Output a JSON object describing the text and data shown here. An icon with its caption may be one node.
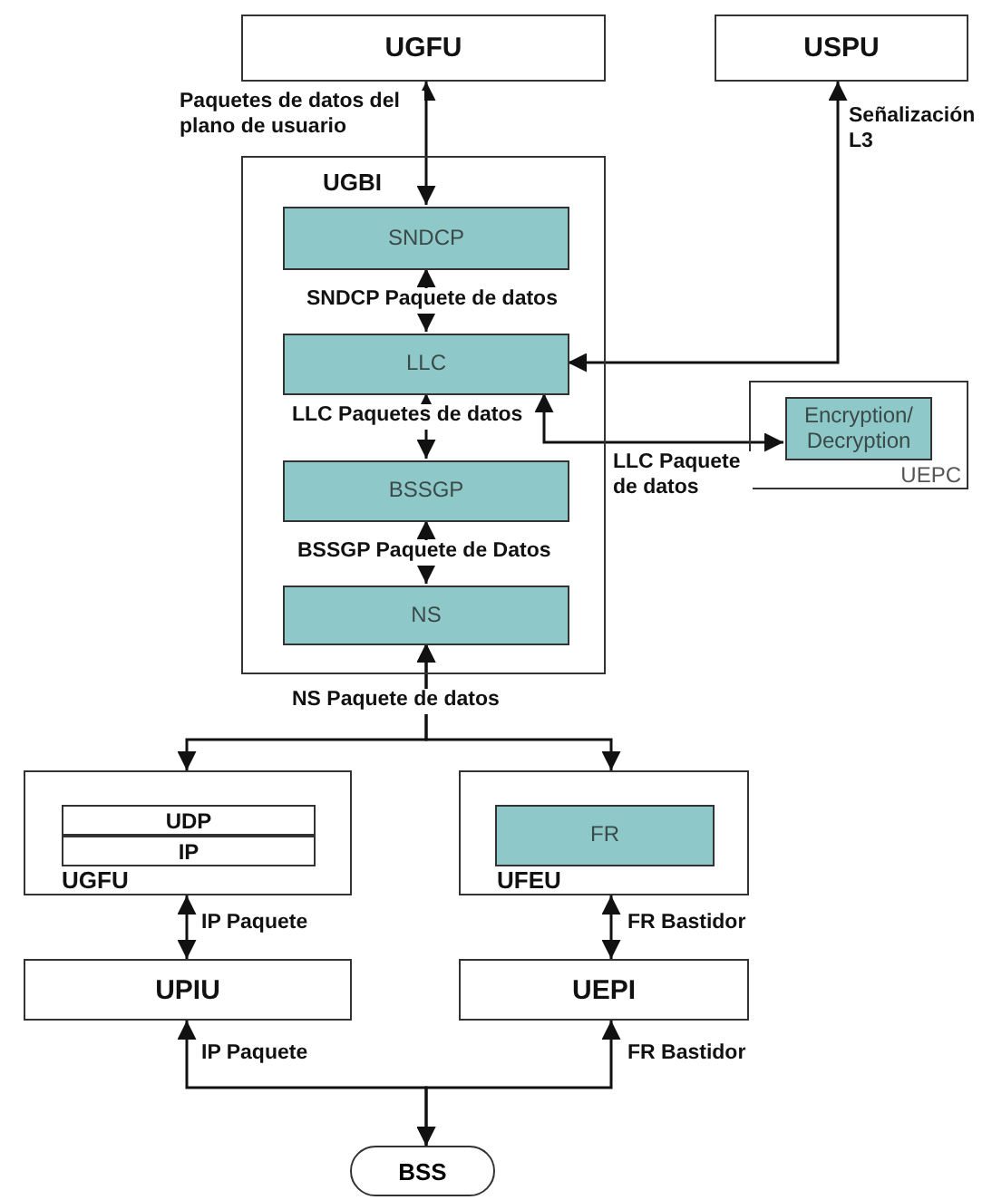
{
  "diagram": {
    "nodes": [
      {
        "text": [
          "UGFU"
        ]
      },
      {
        "text": [
          "USPU"
        ]
      },
      {
        "text": [
          "UGBI"
        ]
      },
      {
        "text": [
          "SNDCP"
        ],
        "in": 2
      },
      {
        "text": [
          "LLC"
        ],
        "in": 2
      },
      {
        "text": [
          "BSSGP"
        ],
        "in": 2
      },
      {
        "text": [
          "NS"
        ],
        "in": 2
      },
      {
        "text": [
          "UEPC"
        ]
      },
      {
        "text": [
          "Encryption/ Decryption"
        ],
        "in": 7
      },
      {
        "text": [
          "UGFU"
        ]
      },
      {
        "text": [
          "UDP"
        ],
        "in": 9
      },
      {
        "text": [
          "IP"
        ],
        "in": 9
      },
      {
        "text": [
          "UFEU"
        ]
      },
      {
        "text": [
          "FR"
        ],
        "in": 12
      },
      {
        "text": [
          "UPIU"
        ]
      },
      {
        "text": [
          "UEPI"
        ]
      },
      {
        "text": [
          "BSS"
        ]
      }
    ],
    "edges": [
      {
        "from": 0,
        "to": 3,
        "arrow": "both",
        "label": "Paquetes de datos del plano de usuario"
      },
      {
        "from": 3,
        "to": 4,
        "arrow": "both",
        "label": "SNDCP Paquete de datos"
      },
      {
        "from": 4,
        "to": 1,
        "arrow": "both",
        "label": "Señalización L3"
      },
      {
        "from": 4,
        "to": 5,
        "arrow": "both",
        "label": "LLC Paquetes de datos"
      },
      {
        "from": 4,
        "to": 8,
        "arrow": "both",
        "label": "LLC Paquete de datos"
      },
      {
        "from": 5,
        "to": 6,
        "arrow": "both",
        "label": "BSSGP Paquete de Datos"
      },
      {
        "from": 6,
        "to": 9,
        "arrow": "both",
        "label": "NS Paquete de datos"
      },
      {
        "from": 6,
        "to": 12,
        "arrow": "both"
      },
      {
        "from": 9,
        "to": 14,
        "arrow": "both",
        "label": "IP Paquete"
      },
      {
        "from": 12,
        "to": 15,
        "arrow": "both",
        "label": "FR Bastidor"
      },
      {
        "from": 14,
        "to": 16,
        "arrow": "both",
        "label": "IP Paquete"
      },
      {
        "from": 15,
        "to": 16,
        "arrow": "both",
        "label": "FR Bastidor"
      }
    ]
  }
}
